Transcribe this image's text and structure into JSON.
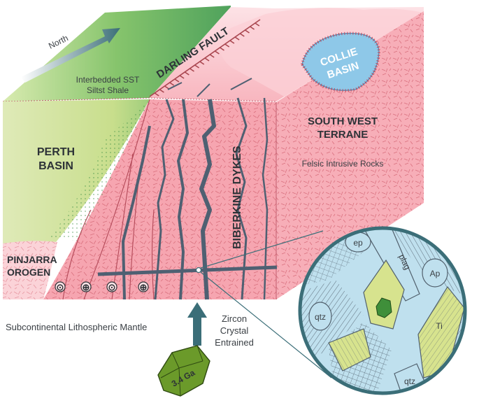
{
  "direction": {
    "label": "North"
  },
  "fault": {
    "label": "DARLING FAULT"
  },
  "sediments": {
    "line1": "Interbedded SST",
    "line2": "Siltst Shale"
  },
  "perth_basin": {
    "line1": "PERTH",
    "line2": "BASIN"
  },
  "collie_basin": {
    "line1": "COLLIE",
    "line2": "BASIN"
  },
  "terrane": {
    "line1": "SOUTH WEST",
    "line2": "TERRANE",
    "rock": "Felsic Intrusive Rocks"
  },
  "dykes": {
    "label": "BIBERKINE DYKES"
  },
  "orogen": {
    "line1": "PINJARRA",
    "line2": "OROGEN"
  },
  "fault_symbols": [
    "⊙",
    "⊕",
    "⊙",
    "⊕"
  ],
  "mantle": {
    "label": "Subcontinental Lithospheric Mantle"
  },
  "zircon": {
    "line1": "Zircon",
    "line2": "Crystal",
    "line3": "Entrained",
    "age": "3.4 Ga"
  },
  "minerals": {
    "ep": "ep",
    "plag": "plag",
    "ap": "Ap",
    "qtz1": "qtz",
    "qtz2": "qtz",
    "ti": "Ti"
  },
  "colors": {
    "basin_green": "#c9df8a",
    "terrane_pink": "#f7aab4",
    "dyke_blue": "#4f6072",
    "collie_blue": "#8ec8e8",
    "arrow_teal": "#3b6e78",
    "zircon_green": "#6b9a2a"
  }
}
